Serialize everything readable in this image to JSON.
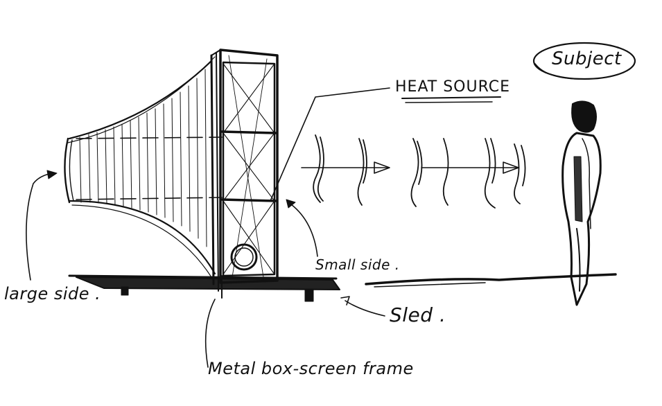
{
  "labels": {
    "subject": "Subject",
    "heat_source": "HEAT SOURCE",
    "small_side": "Small side .",
    "large_side": "large side .",
    "sled": "Sled .",
    "frame": "Metal box-screen frame"
  },
  "colors": {
    "ink": "#111111",
    "background": "#ffffff"
  }
}
